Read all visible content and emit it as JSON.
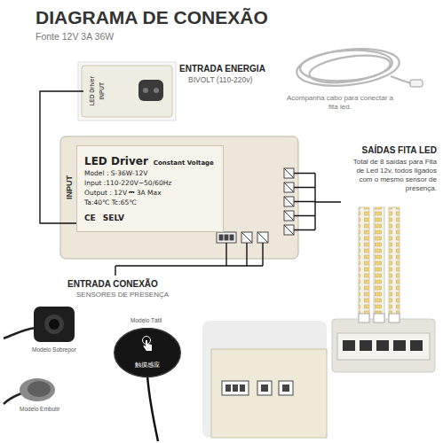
{
  "diagram": {
    "title": "DIAGRAMA DE CONEXÃO",
    "nodes": [
      {
        "text": [
          "LED Driver",
          "INPUT"
        ]
      },
      {
        "text": [
          "LED Driver",
          "Constant Voltage",
          "Model : S-36W-12V",
          "Input :110-220V~50/60Hz",
          "Output : 12V ⎓ 3A Max",
          "Ta:40℃ Tc:65℃",
          "CE",
          "SELV"
        ]
      },
      {
        "text": [
          "触摸感应"
        ]
      }
    ],
    "edges": [
      {
        "from": 1,
        "to": 0,
        "arrow": "none"
      }
    ],
    "labels": [
      "Fonte 12V 3A 36W",
      "ENTRADA ENERGIA",
      "BIVOLT (110-220v)",
      "Acompanha cabo para conectar a fita led.",
      "SAÍDAS FITA LED",
      "Total de 8 saídas para Fita de Led 12v, todos ligados com o mesmo sensor de presença.",
      "INPUT",
      "ENTRADA CONEXÃO",
      "SENSORES DE PRESENÇA",
      "Modelo Sobrepor",
      "Modelo Tátil",
      "Modelo Embutir"
    ]
  }
}
